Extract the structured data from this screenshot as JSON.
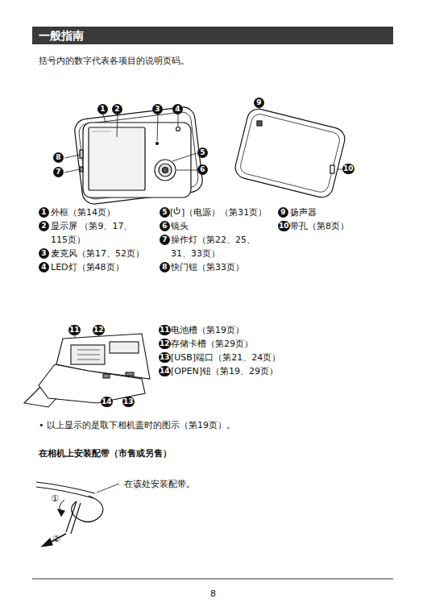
{
  "diagram": {
    "title": "一般指南",
    "labels": [
      "括号内的数字代表各项目的说明页码。",
      "1",
      "2",
      "3",
      "4",
      "9",
      "8",
      "5",
      "7",
      "6",
      "10",
      "1",
      "外框（第14页）",
      "2",
      "显示屏 （第9、17、115页）",
      "3",
      "麦克风（第17、52页）",
      "4",
      "LED灯（第48页）",
      "5",
      "[",
      "]（电源）（第31页）",
      "6",
      "镜头",
      "7",
      "操作灯（第22、25、31、33页）",
      "8",
      "快门钮（第33页）",
      "9",
      "扬声器",
      "10",
      "带孔（第8页）",
      "11",
      "12",
      "14",
      "13",
      "11",
      "电池槽（第19页）",
      "12",
      "存储卡槽（第29页）",
      "13",
      "[USB]端口（第21、24页）",
      "14",
      "[OPEN]钮（第19、29页）",
      "• 以上显示的是取下相机盖时的图示（第19页）。",
      "在相机上安装配带（市售或另售）",
      "在该处安装配带。",
      "①",
      "②",
      "8"
    ]
  }
}
